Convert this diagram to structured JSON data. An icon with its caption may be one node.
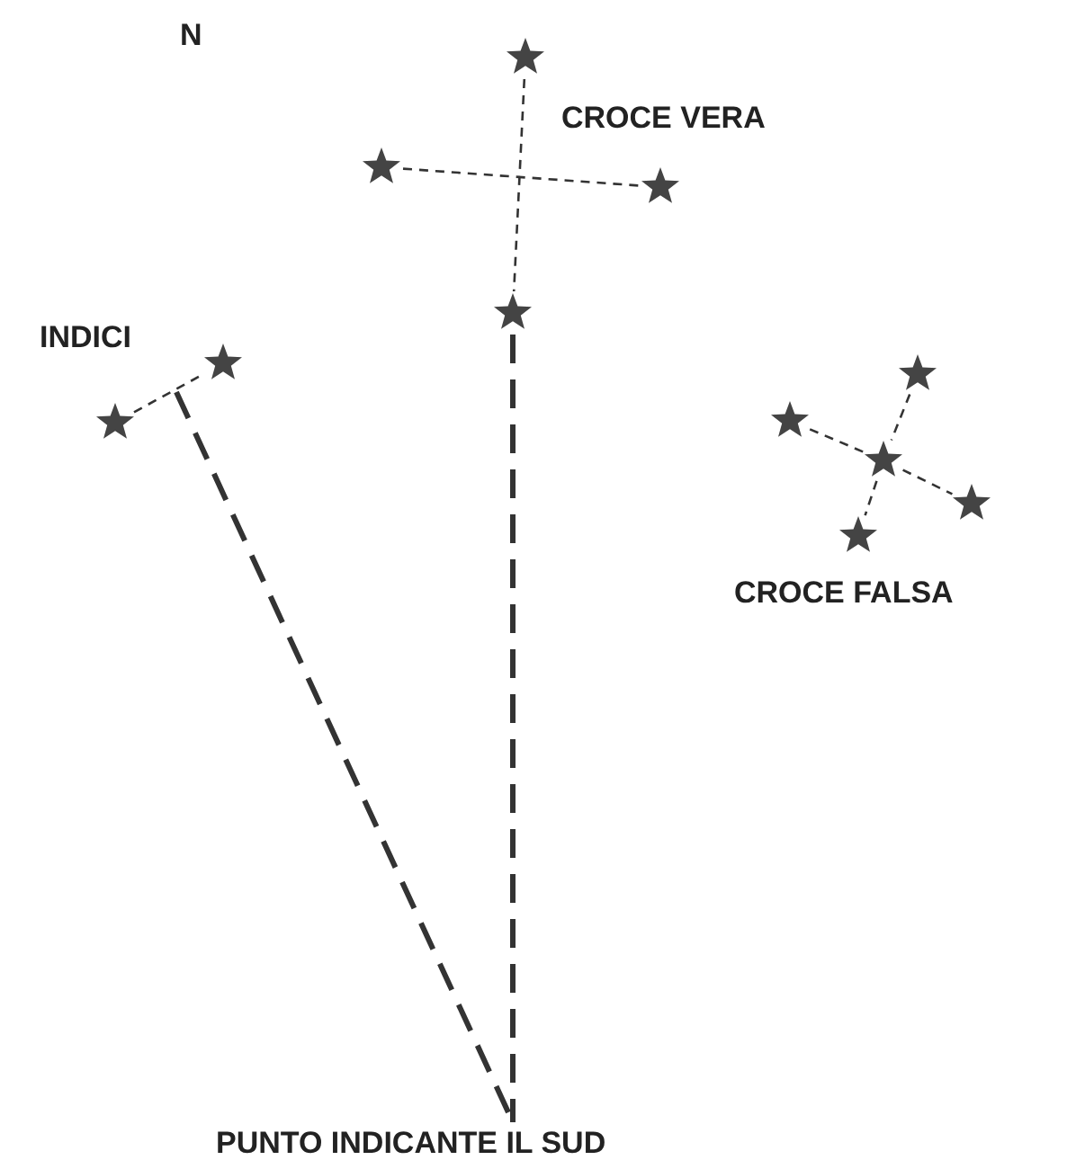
{
  "diagram": {
    "nodes": [
      {
        "text": [],
        "shape": "star"
      },
      {
        "text": [],
        "shape": "star"
      },
      {
        "text": [],
        "shape": "star"
      },
      {
        "text": [],
        "shape": "star"
      },
      {
        "text": [],
        "shape": "star"
      },
      {
        "text": [],
        "shape": "star"
      },
      {
        "text": [],
        "shape": "star"
      },
      {
        "text": [],
        "shape": "star"
      },
      {
        "text": [],
        "shape": "star"
      },
      {
        "text": [],
        "shape": "star"
      },
      {
        "text": [],
        "shape": "star"
      },
      {
        "text": [
          "PUNTO INDICANTE IL SUD"
        ]
      }
    ],
    "edges": [
      {
        "from": 0,
        "to": 3,
        "arrow": "none",
        "style": "dashed"
      },
      {
        "from": 1,
        "to": 2,
        "arrow": "none",
        "style": "dashed"
      },
      {
        "from": 7,
        "to": 4,
        "arrow": "none",
        "style": "dashed"
      },
      {
        "from": 5,
        "to": 8,
        "arrow": "none",
        "style": "dashed"
      },
      {
        "from": 8,
        "to": 10,
        "arrow": "none",
        "style": "dashed"
      },
      {
        "from": 6,
        "to": 8,
        "arrow": "none",
        "style": "dashed"
      },
      {
        "from": 8,
        "to": 9,
        "arrow": "none",
        "style": "dashed"
      },
      {
        "from": 3,
        "to": 11,
        "arrow": "none",
        "style": "dashed"
      },
      {
        "from": null,
        "to": 11,
        "arrow": "none",
        "style": "dashed"
      }
    ],
    "labels": [
      "N",
      "CROCE VERA",
      "INDICI",
      "CROCE FALSA"
    ]
  }
}
